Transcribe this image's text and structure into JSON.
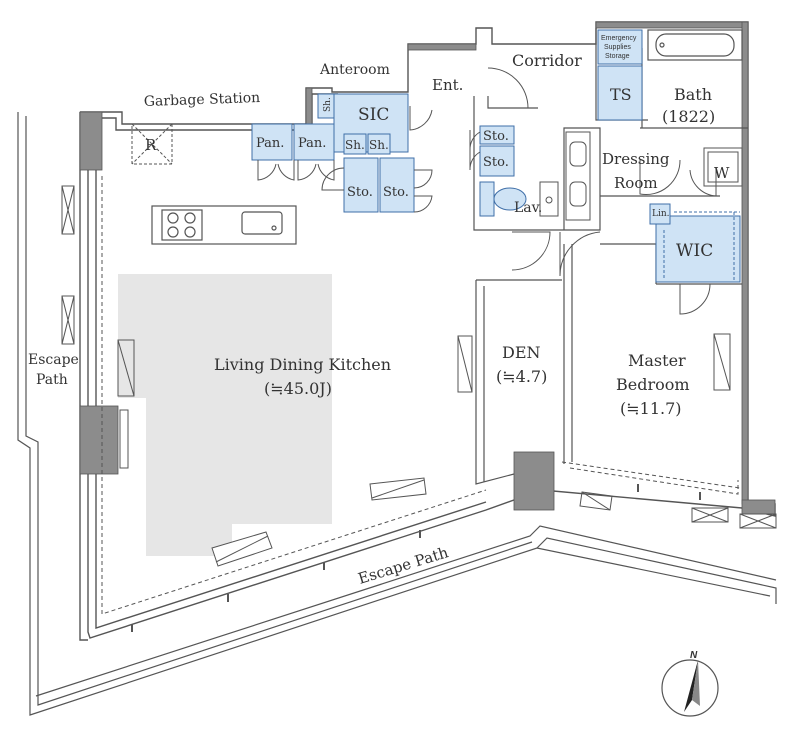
{
  "colors": {
    "wall": "#8c8c8c",
    "wall_dark": "#6e6e6e",
    "line": "#555555",
    "storage_fill": "#cfe3f5",
    "storage_stroke": "#3f6fa8",
    "ldk_fill": "#e6e6e6",
    "text": "#333333"
  },
  "labels": {
    "garbage_station": "Garbage Station",
    "anteroom": "Anteroom",
    "corridor": "Corridor",
    "ent": "Ent.",
    "sic": "SIC",
    "sh_a": "Sh.",
    "sh_b": "Sh.",
    "sh_c": "Sh.",
    "pan_a": "Pan.",
    "pan_b": "Pan.",
    "sto_a": "Sto.",
    "sto_b": "Sto.",
    "sto_c": "Sto.",
    "sto_d": "Sto.",
    "r": "R",
    "emergency_1": "Emergency",
    "emergency_2": "Supplies",
    "emergency_3": "Storage",
    "ts": "TS",
    "bath": "Bath",
    "bath_size": "(1822)",
    "dressing_1": "Dressing",
    "dressing_2": "Room",
    "w": "W",
    "lav": "Lav.",
    "lin": "Lin.",
    "wic": "WIC",
    "ldk_1": "Living Dining Kitchen",
    "ldk_2": "(≒45.0J)",
    "den_1": "DEN",
    "den_2": "(≒4.7)",
    "master_1": "Master",
    "master_2": "Bedroom",
    "master_3": "(≒11.7)",
    "escape_left_1": "Escape",
    "escape_left_2": "Path",
    "escape_bottom": "Escape Path",
    "north": "N"
  },
  "icons": [
    "compass-north-icon",
    "door-swing-icon",
    "cooktop-icon",
    "sink-icon",
    "toilet-icon",
    "washer-icon",
    "bathtub-icon",
    "window-icon"
  ]
}
